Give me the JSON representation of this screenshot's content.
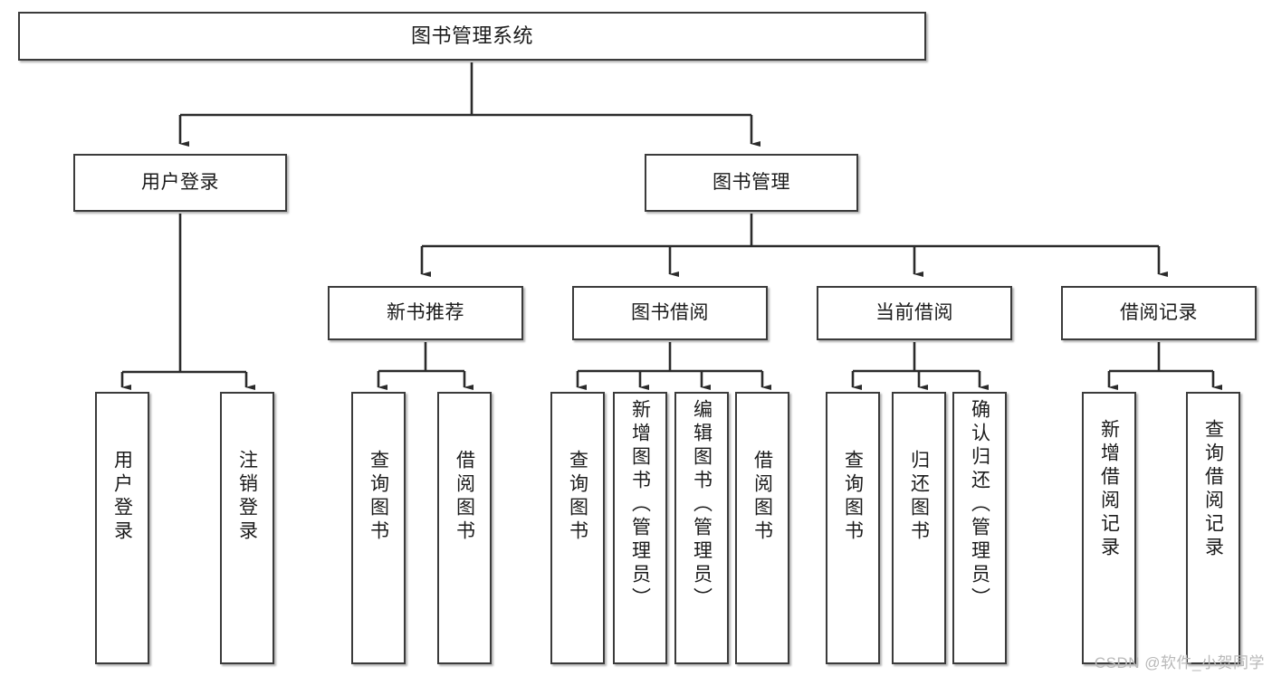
{
  "diagram": {
    "title": "图书管理系统",
    "type": "tree-hierarchy-diagram",
    "watermark": "CSDN @软件_小贺同学",
    "colors": {
      "box_border": "#3b3b3b",
      "box_fill": "#ffffff",
      "text": "#1b1b1b",
      "connector": "#2b2b2b",
      "watermark": "#b9b9b9"
    },
    "nodes": {
      "root": {
        "label": "图书管理系统"
      },
      "level2": [
        {
          "label": "用户登录"
        },
        {
          "label": "图书管理"
        }
      ],
      "level3": [
        {
          "label": "新书推荐"
        },
        {
          "label": "图书借阅"
        },
        {
          "label": "当前借阅"
        },
        {
          "label": "借阅记录"
        }
      ],
      "leaves": [
        {
          "label": "用户登录",
          "parent": "用户登录"
        },
        {
          "label": "注销登录",
          "parent": "用户登录"
        },
        {
          "label": "查询图书",
          "parent": "新书推荐"
        },
        {
          "label": "借阅图书",
          "parent": "新书推荐"
        },
        {
          "label": "查询图书",
          "parent": "图书借阅"
        },
        {
          "label": "新增图书（管理员）",
          "parent": "图书借阅"
        },
        {
          "label": "编辑图书（管理员）",
          "parent": "图书借阅"
        },
        {
          "label": "借阅图书",
          "parent": "图书借阅"
        },
        {
          "label": "查询图书",
          "parent": "当前借阅"
        },
        {
          "label": "归还图书",
          "parent": "当前借阅"
        },
        {
          "label": "确认归还（管理员）",
          "parent": "当前借阅"
        },
        {
          "label": "新增借阅记录",
          "parent": "借阅记录"
        },
        {
          "label": "查询借阅记录",
          "parent": "借阅记录"
        }
      ]
    }
  }
}
